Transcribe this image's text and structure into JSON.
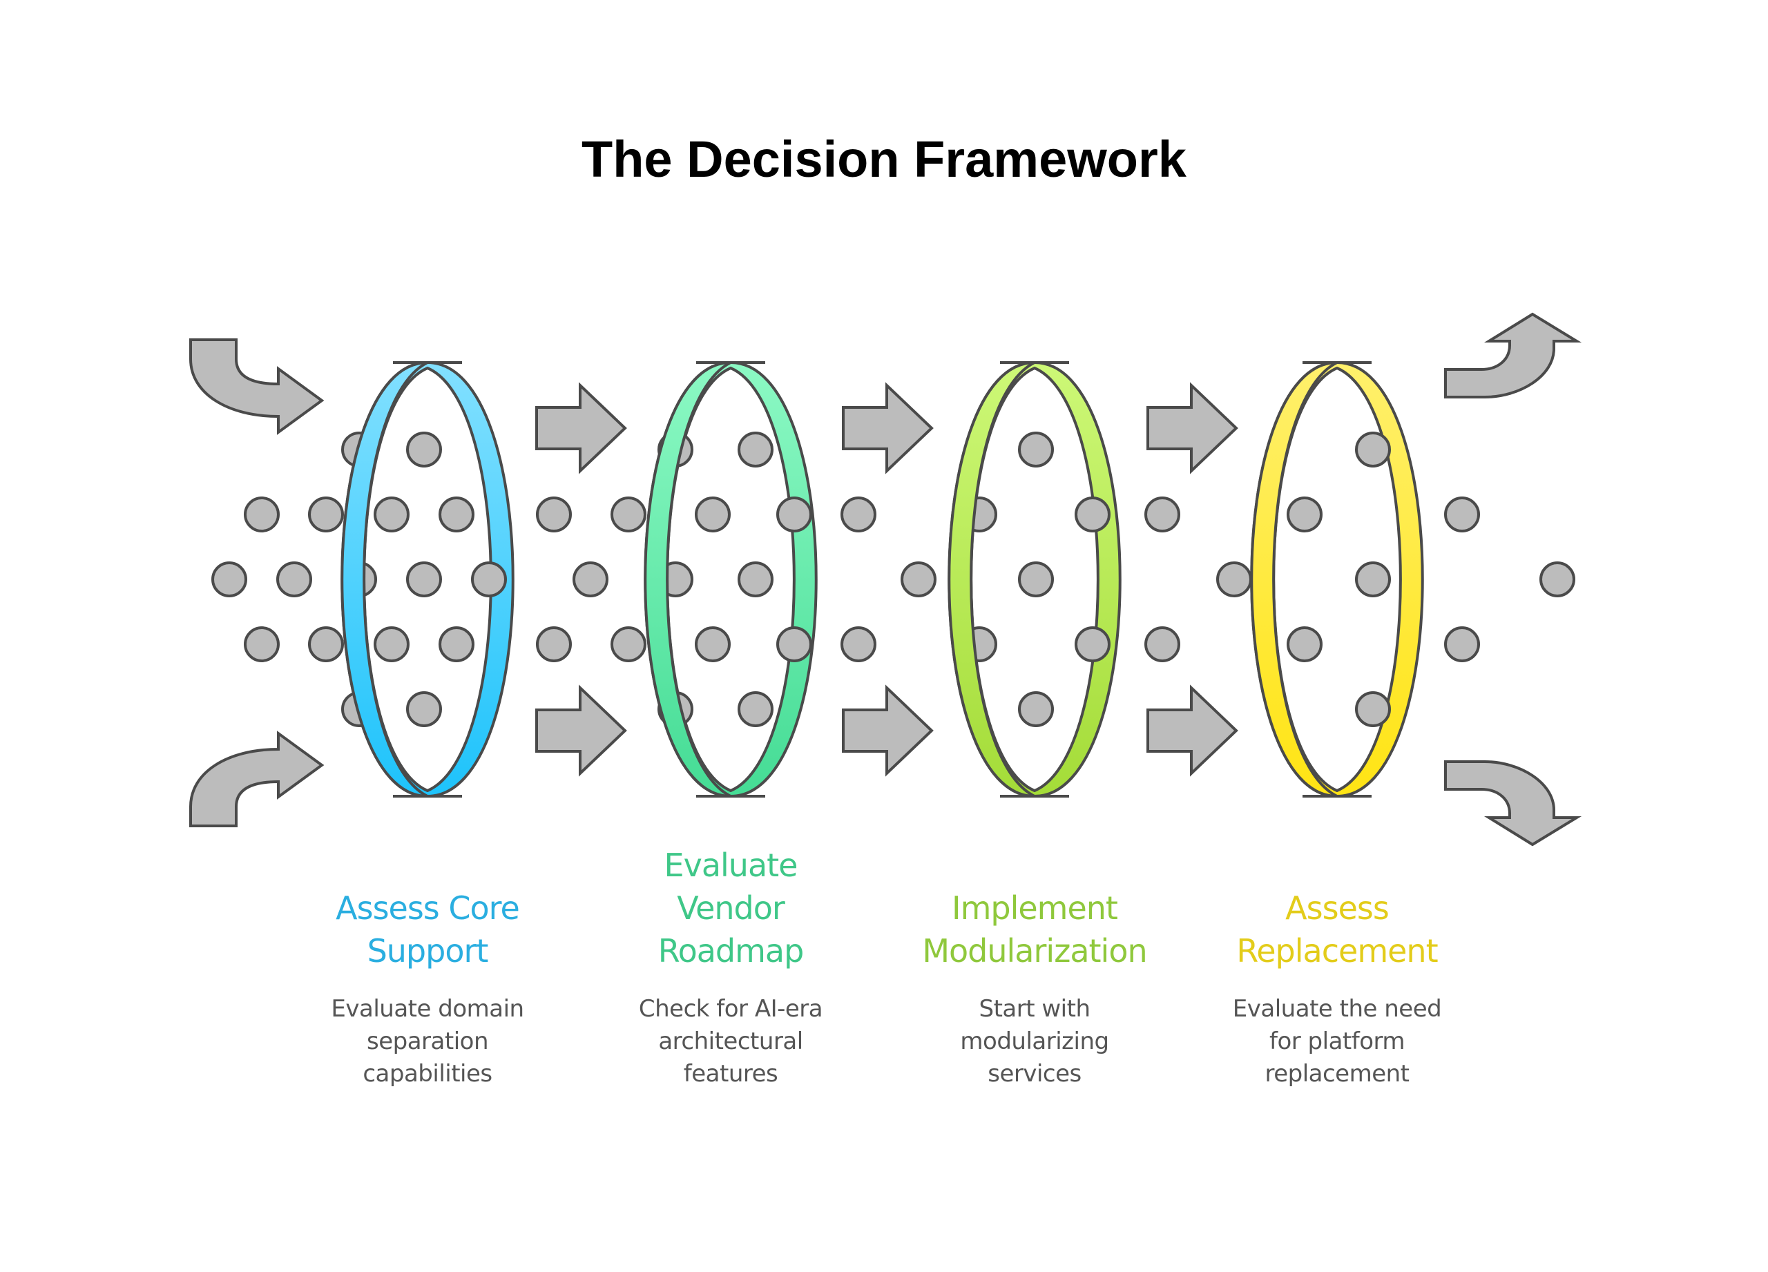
{
  "title": "The Decision Framework",
  "colors": {
    "arrow_fill": "#bcbcbc",
    "dot_fill": "#bcbcbc",
    "outline": "#4a4a4a",
    "description_text": "#555555"
  },
  "stages": [
    {
      "heading_lines": [
        "Assess Core",
        "Support"
      ],
      "description_lines": [
        "Evaluate domain",
        "separation",
        "capabilities"
      ],
      "heading_color": "#2aaee0",
      "ring_gradient": [
        "#82e0ff",
        "#1ec3fb"
      ]
    },
    {
      "heading_lines": [
        "Evaluate",
        "Vendor",
        "Roadmap"
      ],
      "description_lines": [
        "Check for AI-era",
        "architectural",
        "features"
      ],
      "heading_color": "#3fc788",
      "ring_gradient": [
        "#8cf9c4",
        "#45dc95"
      ]
    },
    {
      "heading_lines": [
        "Implement",
        "Modularization"
      ],
      "description_lines": [
        "Start with",
        "modularizing",
        "services"
      ],
      "heading_color": "#8fc83c",
      "ring_gradient": [
        "#cdf877",
        "#a4dc38"
      ]
    },
    {
      "heading_lines": [
        "Assess",
        "Replacement"
      ],
      "description_lines": [
        "Evaluate the need",
        "for platform",
        "replacement"
      ],
      "heading_color": "#e3cc1a",
      "ring_gradient": [
        "#fff06c",
        "#ffe414"
      ]
    }
  ]
}
